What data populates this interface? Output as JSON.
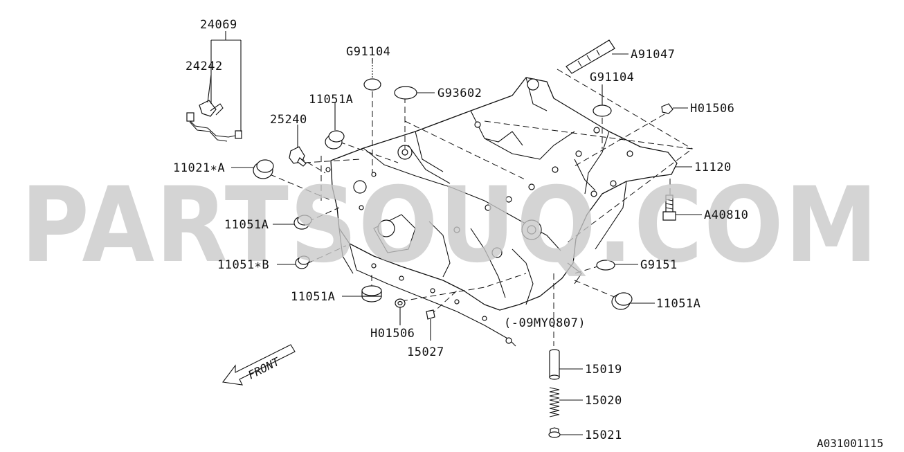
{
  "watermark": "PARTSOUQ.COM",
  "diagram_code": "A031001115",
  "front_label": "FRONT",
  "note": "(-09MY0807)",
  "labels": {
    "p24069": "24069",
    "p24242": "24242",
    "p25240": "25240",
    "p11021a": "11021∗A",
    "p11051a_top": "11051A",
    "p11051a_left": "11051A",
    "p11051b": "11051∗B",
    "p11051a_bottom": "11051A",
    "p11051a_right": "11051A",
    "g91104_left": "G91104",
    "g91104_right": "G91104",
    "g93602": "G93602",
    "a91047": "A91047",
    "h01506_right": "H01506",
    "h01506_bottom": "H01506",
    "p11120": "11120",
    "a40810": "A40810",
    "g9151": "G9151",
    "p15027": "15027",
    "p15019": "15019",
    "p15020": "15020",
    "p15021": "15021"
  }
}
